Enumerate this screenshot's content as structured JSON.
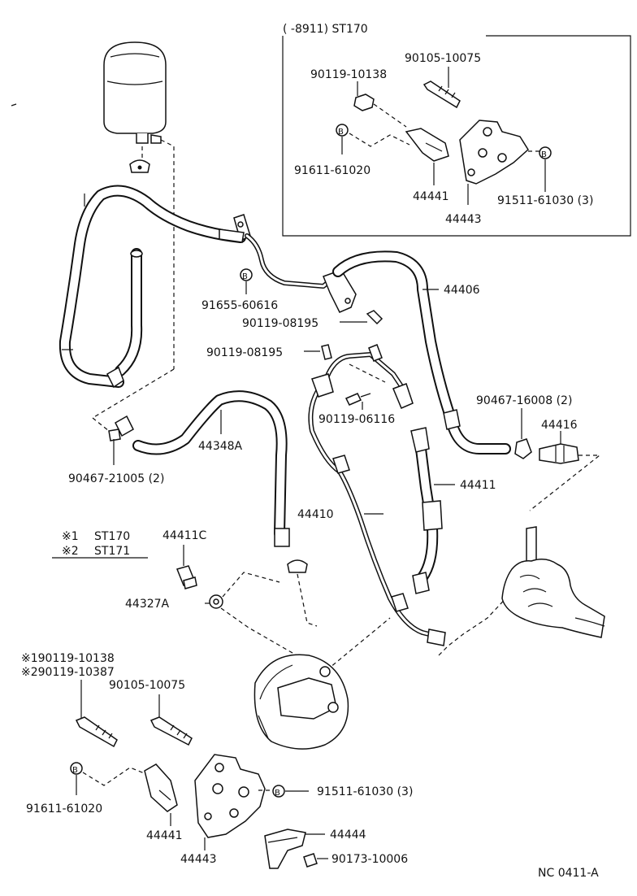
{
  "inset": {
    "title": "(      -8911) ST170",
    "labels": {
      "bolt_upper": "90105-10075",
      "nut_upper": "90119-10138",
      "bracket_bolt_b": "91611-61020",
      "bracket_small": "44441",
      "bracket_main": "44443",
      "bolt_b_right": "91511-61030 (3)"
    }
  },
  "labels": {
    "p91655": "91655-60616",
    "p44406": "44406",
    "p90119_08195_a": "90119-08195",
    "p90119_08195_b": "90119-08195",
    "p90119_06116": "90119-06116",
    "p90467_16008": "90467-16008 (2)",
    "p44416": "44416",
    "p44348A": "44348A",
    "p90467_21005": "90467-21005 (2)",
    "p44411": "44411",
    "p44410": "44410",
    "p44411C": "44411C",
    "p44327A": "44327A",
    "p90105_10075": "90105-10075",
    "p91611_61020": "91611-61020",
    "p44441": "44441",
    "p44443": "44443",
    "p91511_61030": "91511-61030 (3)",
    "p44444": "44444",
    "p90173_10006": "90173-10006"
  },
  "legend": {
    "row1_mark": "※1",
    "row1_text": "ST170",
    "row2_mark": "※2",
    "row2_text": "ST171"
  },
  "variant": {
    "line1": "※190119-10138",
    "line2": "※290119-10387"
  },
  "bolt_mark": "B",
  "footer": "NC 0411-A"
}
